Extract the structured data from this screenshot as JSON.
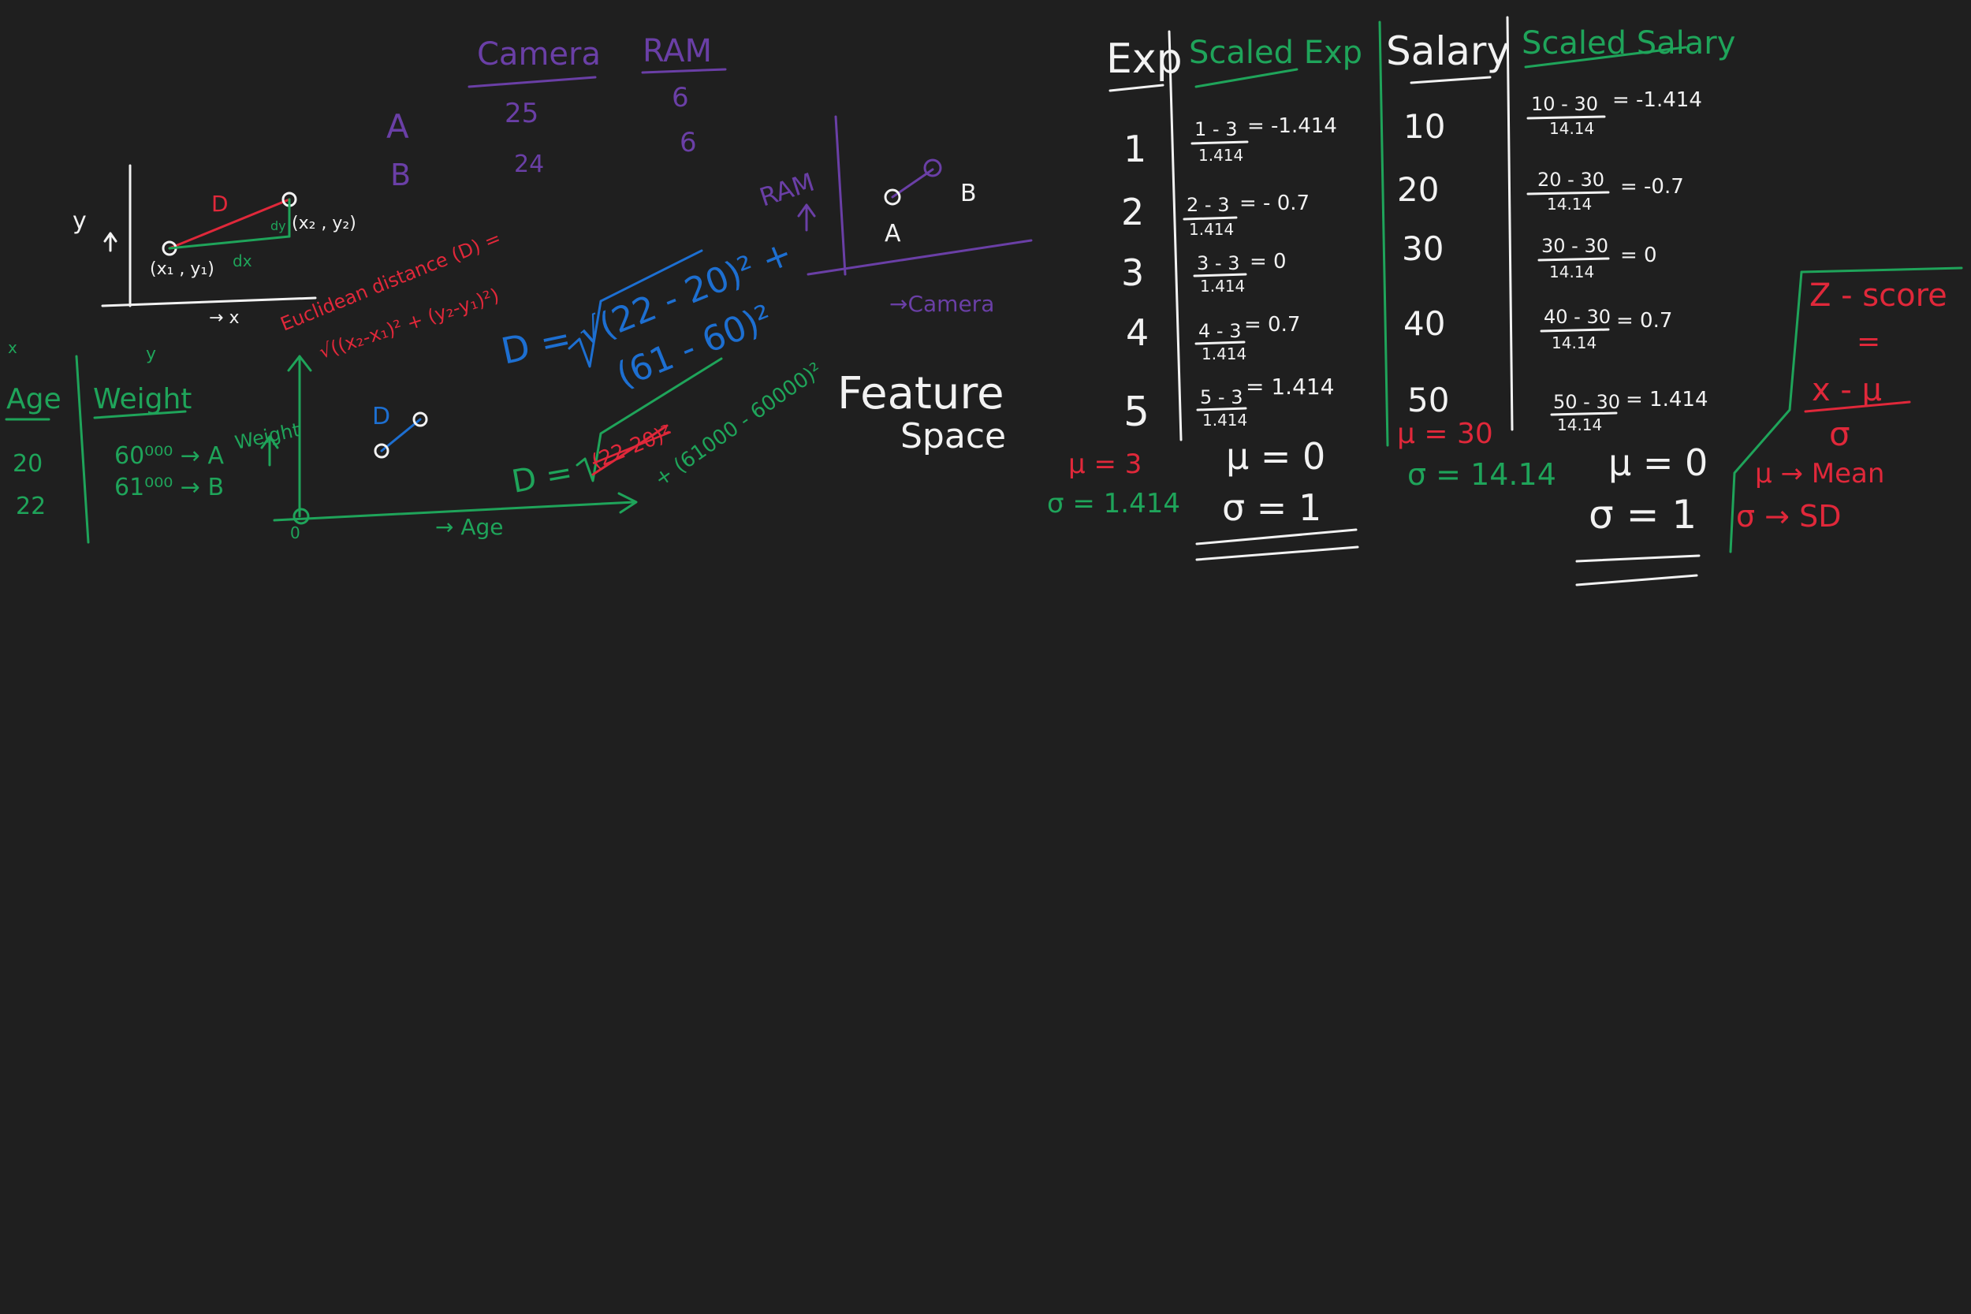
{
  "colors": {
    "background": "#1f1f1f",
    "white": "#f2f2f2",
    "green": "#1fa45a",
    "red": "#e0283a",
    "purple": "#6a3fa6",
    "blue": "#1d6fd1"
  },
  "coordinate_sketch": {
    "y_axis": "y",
    "x_axis": "x",
    "d_label": "D",
    "dx_label": "dx",
    "dy_label": "dy",
    "point1": "(x₁ , y₁)",
    "point2": "(x₂ , y₂)",
    "euclidean_title": "Euclidean distance (D) =",
    "euclidean_formula": "√((x₂-x₁)² + (y₂-y₁)²)"
  },
  "age_weight_table": {
    "x_label": "x",
    "y_label": "y",
    "col_age": "Age",
    "col_weight": "Weight",
    "ages": [
      "20",
      "22"
    ],
    "weights": [
      "60⁰⁰⁰ → A",
      "61⁰⁰⁰ → B"
    ]
  },
  "age_weight_plot": {
    "y_axis": "Weight",
    "x_axis": "Age",
    "origin": "0",
    "d_label": "D"
  },
  "blue_formula": {
    "lhs": "D =",
    "line1": "√(22 - 20)² +",
    "line2": "(61 - 60)²"
  },
  "green_formula": {
    "lhs": "D =",
    "struck": "(22-20)²",
    "rest": "+ (61000 - 60000)²"
  },
  "camera_ram_table": {
    "headers": [
      "Camera",
      "RAM"
    ],
    "rows": [
      {
        "label": "A",
        "camera": "25",
        "ram": "6"
      },
      {
        "label": "B",
        "camera": "24",
        "ram": "6"
      }
    ]
  },
  "ram_camera_plot": {
    "y_axis": "RAM",
    "x_axis": "Camera",
    "point_a": "A",
    "point_b": "B"
  },
  "feature_space": {
    "line1": "Feature",
    "line2": "Space"
  },
  "exp_table": {
    "col_exp": "Exp",
    "col_scaled": "Scaled Exp",
    "exp_values": [
      "1",
      "2",
      "3",
      "4",
      "5"
    ],
    "scaled_rows": [
      {
        "num": "1 - 3",
        "den": "1.414",
        "res": "= -1.414"
      },
      {
        "num": "2 - 3",
        "den": "1.414",
        "res": "= - 0.7"
      },
      {
        "num": "3 - 3",
        "den": "1.414",
        "res": "= 0"
      },
      {
        "num": "4 - 3",
        "den": "1.414",
        "res": "= 0.7"
      },
      {
        "num": "5 - 3",
        "den": "1.414",
        "res": "= 1.414"
      }
    ],
    "mu": "μ = 3",
    "sigma": "σ = 1.414",
    "result_mu": "μ = 0",
    "result_sigma": "σ = 1"
  },
  "salary_table": {
    "col_salary": "Salary",
    "col_scaled": "Scaled Salary",
    "salary_values": [
      "10",
      "20",
      "30",
      "40",
      "50"
    ],
    "scaled_rows": [
      {
        "num": "10 - 30",
        "den": "14.14",
        "res": "= -1.414"
      },
      {
        "num": "20 - 30",
        "den": "14.14",
        "res": "= -0.7"
      },
      {
        "num": "30 - 30",
        "den": "14.14",
        "res": "= 0"
      },
      {
        "num": "40 - 30",
        "den": "14.14",
        "res": "= 0.7"
      },
      {
        "num": "50 - 30",
        "den": "14.14",
        "res": "= 1.414"
      }
    ],
    "mu": "μ = 30",
    "sigma": "σ = 14.14",
    "result_mu": "μ = 0",
    "result_sigma": "σ = 1"
  },
  "zscore_box": {
    "title": "Z - score",
    "equals": "=",
    "numerator": "x - μ",
    "denominator": "σ",
    "mu_def": "μ → Mean",
    "sigma_def": "σ → SD"
  }
}
